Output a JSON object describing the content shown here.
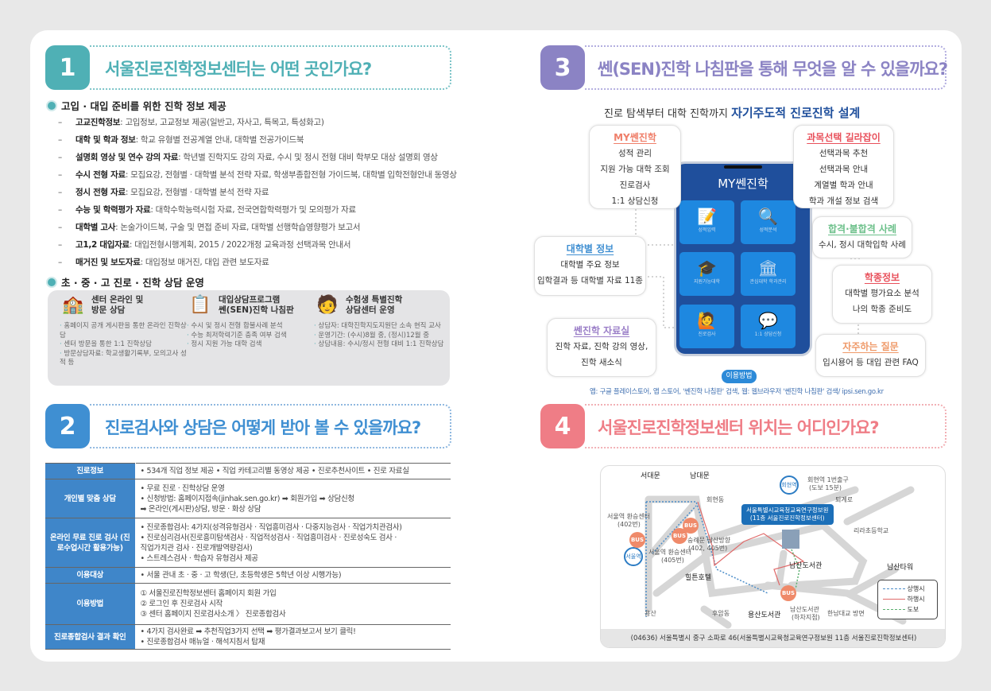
{
  "s1": {
    "num": "1",
    "title": "서울진로진학정보센터는 어떤 곳인가요?",
    "color": "#4fb0b5",
    "head1": "고입 · 대입 준비를 위한 진학 정보 제공",
    "items": [
      {
        "k": "고교진학정보",
        "v": ": 고입정보, 고교정보 제공(일반고, 자사고, 특목고, 특성화고)"
      },
      {
        "k": "대학 및 학과 정보",
        "v": ": 학교 유형별 전공계열 안내, 대학별 전공가이드북"
      },
      {
        "k": "설명회 영상 및 연수 강의 자료",
        "v": ": 학년별 진학지도 강의 자료, 수시 및 정시 전형 대비 학부모 대상 설명회 영상"
      },
      {
        "k": "수시 전형 자료",
        "v": ": 모집요강, 전형별 · 대학별 분석 전략 자료, 학생부종합전형 가이드북, 대학별 입학전형안내 동영상"
      },
      {
        "k": "정시 전형 자료",
        "v": ": 모집요강, 전형별 · 대학별 분석 전략 자료"
      },
      {
        "k": "수능 및 학력평가 자료",
        "v": ": 대학수학능력시험 자료, 전국연합학력평가 및 모의평가 자료"
      },
      {
        "k": "대학별 고사",
        "v": ": 논술가이드북, 구술 및 면접 준비 자료, 대학별 선행학습영향평가 보고서"
      },
      {
        "k": "고1,2 대입자료",
        "v": ": 대입전형시행계획, 2015 / 2022개정 교육과정 선택과목 안내서"
      },
      {
        "k": "매거진 및 보도자료",
        "v": ": 대입정보 매거진, 대입 관련 보도자료"
      }
    ],
    "head2": "초 · 중 · 고 진로 · 진학 상담 운영",
    "cols": [
      {
        "t1": "센터 온라인 및",
        "t2": "방문 상담",
        "b": [
          "홈페이지 공개 게시판을 통한 온라인 진학상담",
          "센터 방문을 통한 1:1 진학상담",
          "방문상담자료: 학교생활기록부, 모의고사 성적 등"
        ]
      },
      {
        "t1": "대입상담프로그램",
        "t2": "쎈(SEN)진학 나침판",
        "b": [
          "수시 및 정시 전형 합불사례 분석",
          "수능 최저학력기준 충족 여부 검색",
          "정시 지원 가능 대학 검색"
        ]
      },
      {
        "t1": "수험생 특별진학",
        "t2": "상담센터 운영",
        "b": [
          "상담자: 대학진학지도지원단 소속 현직 교사",
          "운영기간: (수시)8월 중, (정시)12월 중",
          "상담내용: 수시/정시 전형 대비 1:1 진학상담"
        ]
      }
    ]
  },
  "s2": {
    "num": "2",
    "title": "진로검사와 상담은 어떻게 받아 볼 수 있을까요?",
    "color": "#3f8fd2",
    "rows": [
      {
        "h": "진로정보",
        "l": [
          "• 534개 직업 정보 제공  • 직업 카테고리별 동영상 제공  • 진로추천사이트  • 진로 자료실"
        ]
      },
      {
        "h": "개인별 맞춤 상담",
        "l": [
          "• 무료 진로 · 진학상담 운영",
          "• 신청방법: 홈페이지접속(jinhak.sen.go.kr) ➡ 회원가입 ➡ 상담신청",
          "   ➡ 온라인(게시판)상담, 방문 · 화상 상담"
        ]
      },
      {
        "h": "온라인 무료 진로 검사 (진로수업시간 활용가능)",
        "l": [
          "• 진로종합검사: 4가지(성격유형검사 · 직업흥미검사 · 다중지능검사 · 직업가치관검사)",
          "• 진로심리검사(진로흥미탐색검사 · 직업적성검사 · 직업흥미검사 · 진로성숙도 검사 ·",
          "   직업가치관 검사 · 진로개발역량검사)",
          "• 스트레스검사 · 학습자 유형검사 제공"
        ]
      },
      {
        "h": "이용대상",
        "l": [
          "• 서울 관내 초 · 중 · 고 학생(단, 초등학생은 5학년 이상 시행가능)"
        ]
      },
      {
        "h": "이용방법",
        "l": [
          "① 서울진로진학정보센터 홈페이지 회원 가입",
          "② 로그인 후 진로검사 시작",
          "③ 센터 홈페이지 진로검사소개 〉 진로종합검사"
        ]
      },
      {
        "h": "진로종합검사 결과 확인",
        "l": [
          "• 4가지 검사완료 ➡ 추천직업3가지 선택 ➡ 평가결과보고서 보기 클릭!",
          "• 진로종합검사 매뉴얼 · 해석지침서 탑재"
        ]
      }
    ]
  },
  "s3": {
    "num": "3",
    "title": "쎈(SEN)진학 나침판을 통해 무엇을 알 수 있을까요?",
    "color": "#8b83c4",
    "sub_a": "진로 탐색부터 대학 진학까지 ",
    "sub_b": "자기주도적 진로진학 설계",
    "phone_title": "MY쎈진학",
    "tiles": [
      "성적입력",
      "성적분석",
      "지원가능대학",
      "관심대학 학과관리",
      "진로검사",
      "1:1 상담신청"
    ],
    "callouts": [
      {
        "t": "MY쎈진학",
        "c": "#ef7f6a",
        "l": [
          "성적 관리",
          "지원 가능 대학 조회",
          "진로검사",
          "1:1 상담신청"
        ]
      },
      {
        "t": "과목선택 길라잡이",
        "c": "#e8505b",
        "l": [
          "선택과목 추천",
          "선택과목 안내",
          "계열별 학과 안내",
          "학과 개설 정보 검색"
        ]
      },
      {
        "t": "합격·불합격 사례",
        "c": "#6cc08a",
        "l": [
          "수시, 정시 대학입학 사례"
        ]
      },
      {
        "t": "대학별 정보",
        "c": "#3f8fd2",
        "l": [
          "대학별 주요 정보",
          "입학결과 등 대학별 자료 11종"
        ]
      },
      {
        "t": "학종정보",
        "c": "#e8505b",
        "l": [
          "대학별 평가요소 분석",
          "나의 학종 준비도"
        ]
      },
      {
        "t": "쎈진학 자료실",
        "c": "#9b7fc8",
        "l": [
          "진학 자료, 진학 강의 영상,",
          "진학 새소식"
        ]
      },
      {
        "t": "자주하는 질문",
        "c": "#ef9a6a",
        "l": [
          "입시용어 등 대입 관련 FAQ"
        ]
      }
    ],
    "usage_label": "이용방법",
    "usage_text": "앱: 구글 플레이스토어, 앱 스토어, '쎈진학 나침판' 검색, 웹: 웹브라우저 '쎈진학 나침판' 검색/ ipsi.sen.go.kr"
  },
  "s4": {
    "num": "4",
    "title": "서울진로진학정보센터 위치는 어디인가요?",
    "color": "#ef7d86",
    "map": {
      "labels": [
        "서대문",
        "남대문",
        "회현동",
        "회현역",
        "회현역 1번출구",
        "(도보 15분)",
        "퇴계로",
        "리라초등학교",
        "서울역 환승센터",
        "(402번)",
        "서울역",
        "서울역 환승센터",
        "(405번)",
        "숭례문 남산방향",
        "(402, 405번)",
        "힐튼호텔",
        "남산도서관",
        "남산타워",
        "용산",
        "후암동",
        "용산도서관",
        "남산도서관",
        "(하차지점)",
        "한남대교 방면"
      ],
      "callout1": "서울특별시교육청교육연구정보원",
      "callout2": "(11층 서울진로진학정보센터)",
      "bus": "BUS",
      "legend": [
        "상행시",
        "하행시",
        "도보"
      ]
    },
    "address": "(04636) 서울특별시 중구 소파로 46(서울특별시교육청교육연구정보원 11층 서울진로진학정보센터)"
  }
}
